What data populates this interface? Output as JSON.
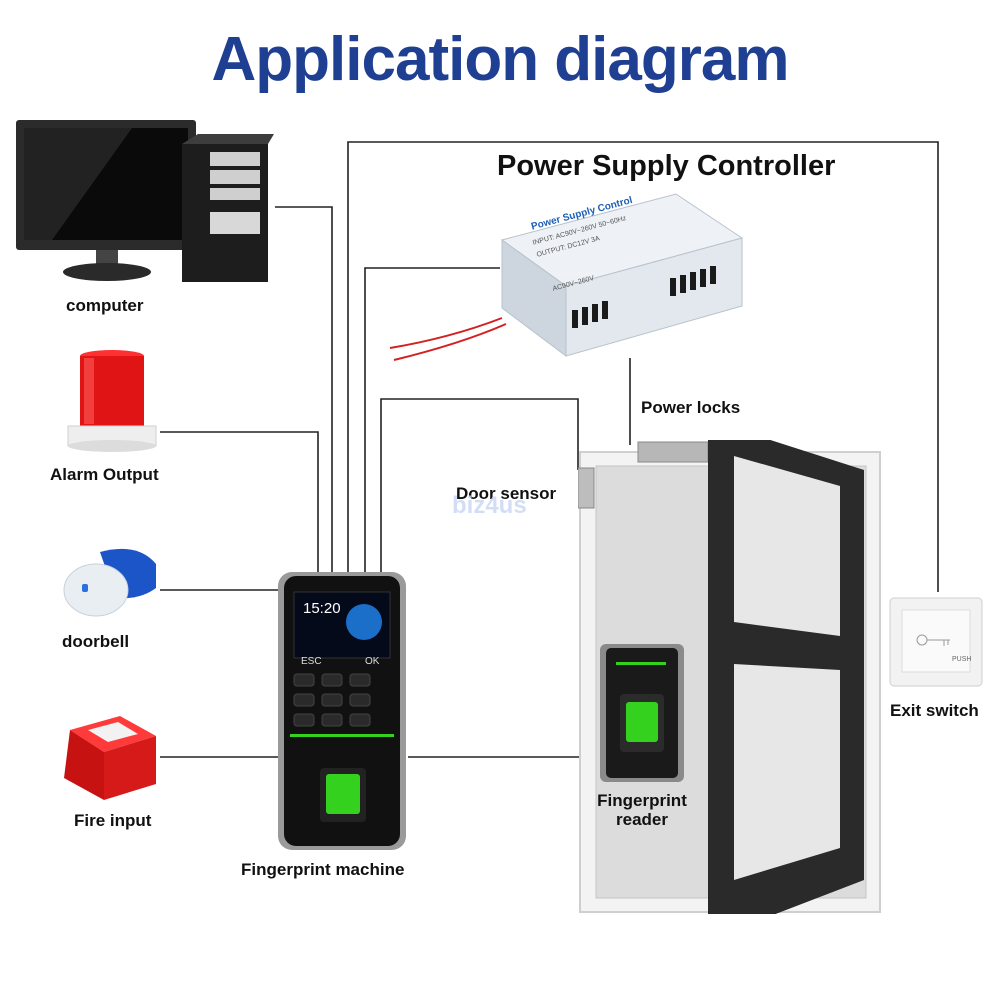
{
  "title": "Application diagram",
  "controller_title": "Power Supply Controller",
  "labels": {
    "computer": "computer",
    "alarm": "Alarm Output",
    "doorbell": "doorbell",
    "fire": "Fire input",
    "machine": "Fingerprint machine",
    "power_locks": "Power locks",
    "door_sensor": "Door sensor",
    "reader": "Fingerprint\nreader",
    "exit_switch": "Exit switch"
  },
  "psu": {
    "brand": "Power Supply Control",
    "input": "INPUT: AC90V~260V 50~60Hz",
    "output": "OUTPUT: DC12V 3A",
    "ac": "AC90V~260V"
  },
  "machine": {
    "time": "15:20",
    "esc": "ESC",
    "ok": "OK"
  },
  "exit_push": "PUSH",
  "watermark": "biz4us",
  "colors": {
    "title": "#1f3f93",
    "wire": "#222222",
    "fingerprint": "#35d11f",
    "alarm": "#e01414",
    "fire": "#d61a1a"
  }
}
